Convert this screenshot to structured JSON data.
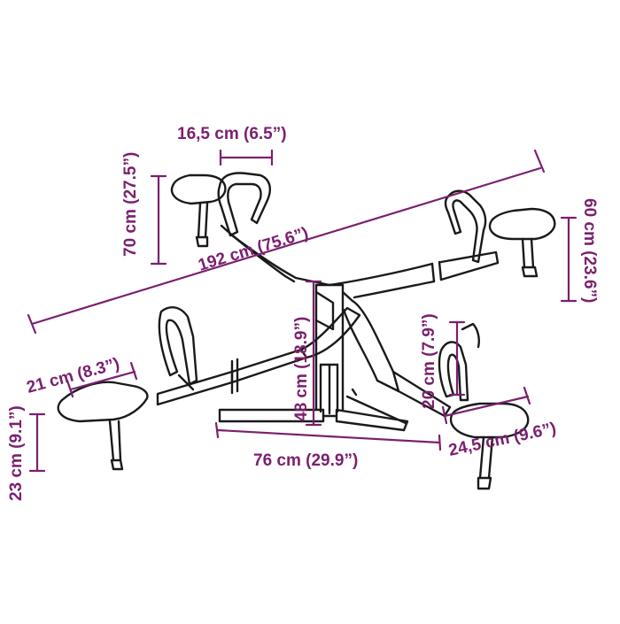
{
  "colors": {
    "annotation": "#7b1f6e",
    "outline": "#1a1a1a",
    "background": "#ffffff"
  },
  "dimensions": {
    "seat_width": "16,5 cm (6.5”)",
    "handle_height": "70 cm (27.5”)",
    "total_length": "192 cm (75.6”)",
    "max_height": "60 cm (23.6”)",
    "pivot_height": "48 cm (18.9”)",
    "handle_height_small": "20 cm (7.9”)",
    "seat_depth": "21 cm (8.3”)",
    "seat_height": "23 cm (9.1”)",
    "base_length": "76 cm (29.9”)",
    "seat_length": "24,5 cm (9.6”)"
  }
}
